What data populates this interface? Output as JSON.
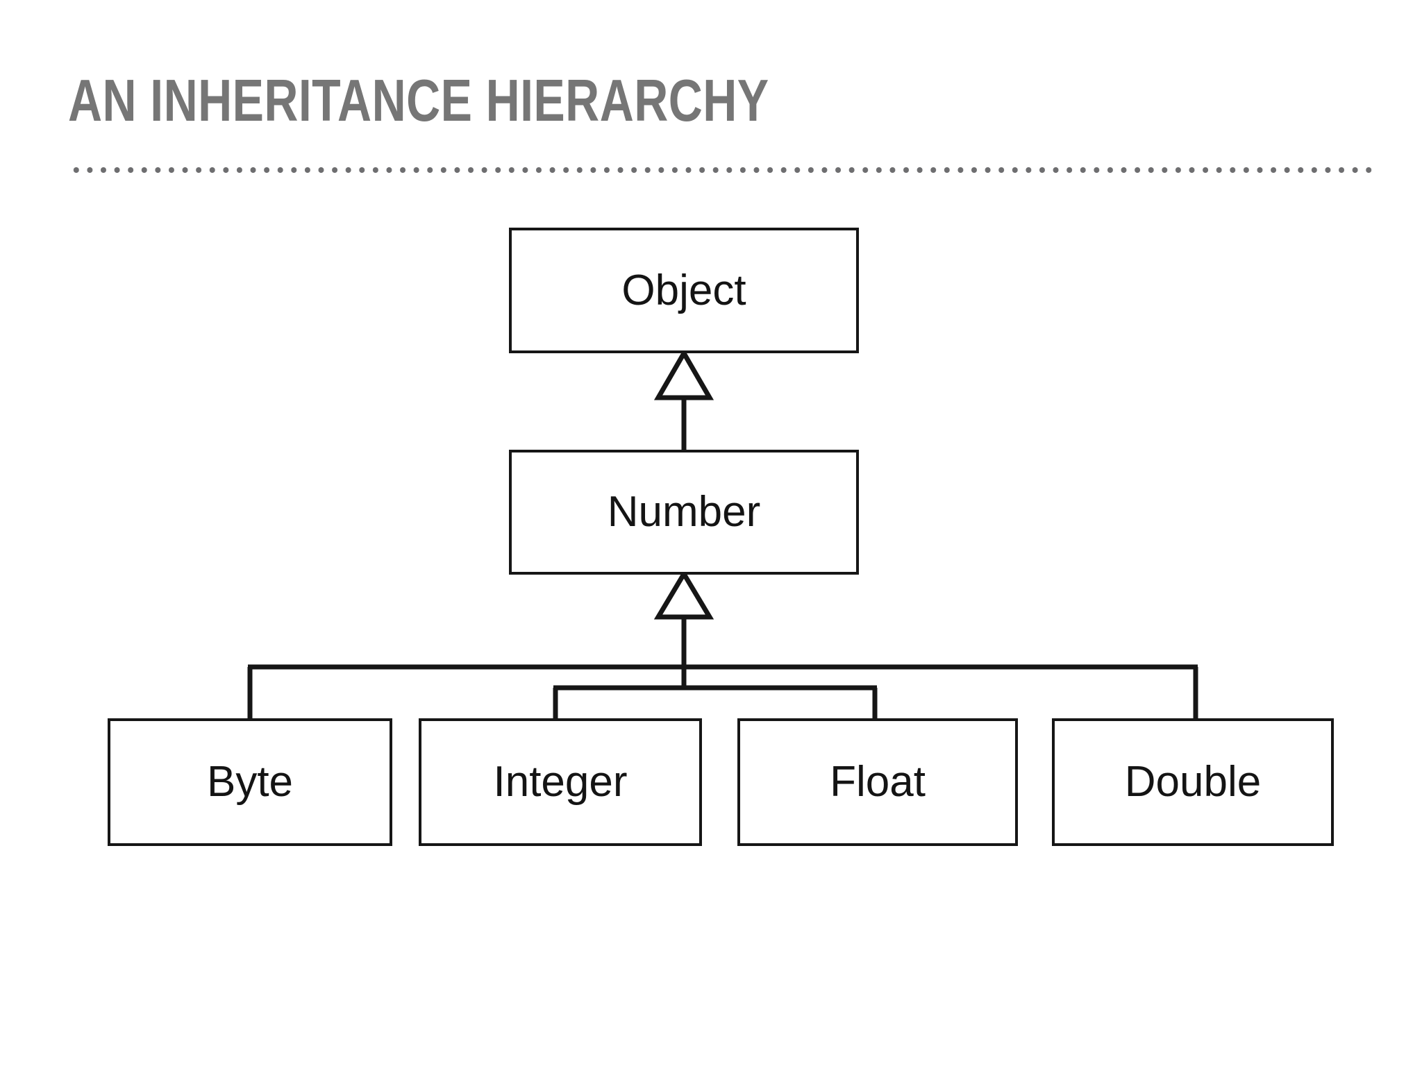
{
  "slide": {
    "title": "AN INHERITANCE HIERARCHY",
    "title_color": "#767676",
    "background_color": "#ffffff",
    "rule_color": "#6e6e70",
    "line_color": "#161616",
    "box_fill": "#ffffff",
    "label_color": "#141414"
  },
  "diagram": {
    "type": "uml-class-inheritance-hierarchy",
    "notation": "UML generalization (hollow triangle arrowhead points to superclass)",
    "nodes": [
      {
        "id": "object",
        "label": "Object",
        "level": 0
      },
      {
        "id": "number",
        "label": "Number",
        "level": 1
      },
      {
        "id": "byte",
        "label": "Byte",
        "level": 2
      },
      {
        "id": "integer",
        "label": "Integer",
        "level": 2
      },
      {
        "id": "float",
        "label": "Float",
        "level": 2
      },
      {
        "id": "double",
        "label": "Double",
        "level": 2
      }
    ],
    "edges": [
      {
        "from": "number",
        "to": "object",
        "kind": "generalization"
      },
      {
        "from": "byte",
        "to": "number",
        "kind": "generalization"
      },
      {
        "from": "integer",
        "to": "number",
        "kind": "generalization"
      },
      {
        "from": "float",
        "to": "number",
        "kind": "generalization"
      },
      {
        "from": "double",
        "to": "number",
        "kind": "generalization"
      }
    ]
  }
}
